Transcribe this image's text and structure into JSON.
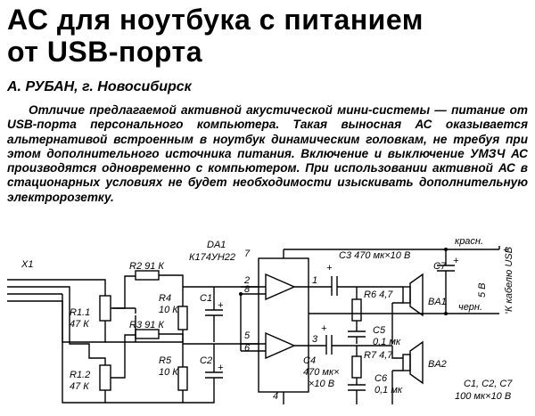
{
  "article": {
    "title_line1": "АС для ноутбука с питанием",
    "title_line2": "от USB-порта",
    "author": "А. РУБАН, г. Новосибирск",
    "lead": "Отличие предлагаемой активной акустической мини-системы — питание от USB-порта персонального компьютера. Такая выносная АС оказывается альтернативой встроенным в ноутбук динамическим головкам, не требуя при этом дополнительного источника питания. Включение и выключение УМЗЧ АС производятся одновременно с компьютером. При использовании активной АС в стационарных условиях не будет необходимости изыскивать дополнительную электророзетку."
  },
  "schematic": {
    "x1": "X1",
    "r1_ref": "R1.1",
    "r1_val": "47 К",
    "r12_ref": "R1.2",
    "r12_val": "47 К",
    "r2": "R2 91 К",
    "r3": "R3 91 К",
    "r4_ref": "R4",
    "r4_val": "10 К",
    "r5_ref": "R5",
    "r5_val": "10 К",
    "c1": "C1",
    "c2": "C2",
    "da1_ref": "DA1",
    "da1_type": "К174УН22",
    "pin1": "1",
    "pin2": "2",
    "pin3": "3",
    "pin4": "4",
    "pin5": "5",
    "pin6": "6",
    "pin7": "7",
    "pin8": "8",
    "c3": "C3 470 мк×10 В",
    "c4_ref": "C4",
    "c4_val1": "470 мк×",
    "c4_val2": "×10 В",
    "r6": "R6 4,7",
    "r7": "R7 4,7",
    "c5_ref": "C5",
    "c5_val": "0,1 мк",
    "c6_ref": "C6",
    "c6_val": "0,1 мк",
    "ba1": "BA1",
    "ba2": "BA2",
    "c7": "C7",
    "c7_voltage": "5 В",
    "cable": "К кабелю USB",
    "wire_red": "красн.",
    "wire_black": "черн.",
    "plus": "+",
    "minus": "-",
    "plus_small": "+",
    "cap_note1": "C1, C2, C7",
    "cap_note2": "100 мк×10 В"
  }
}
